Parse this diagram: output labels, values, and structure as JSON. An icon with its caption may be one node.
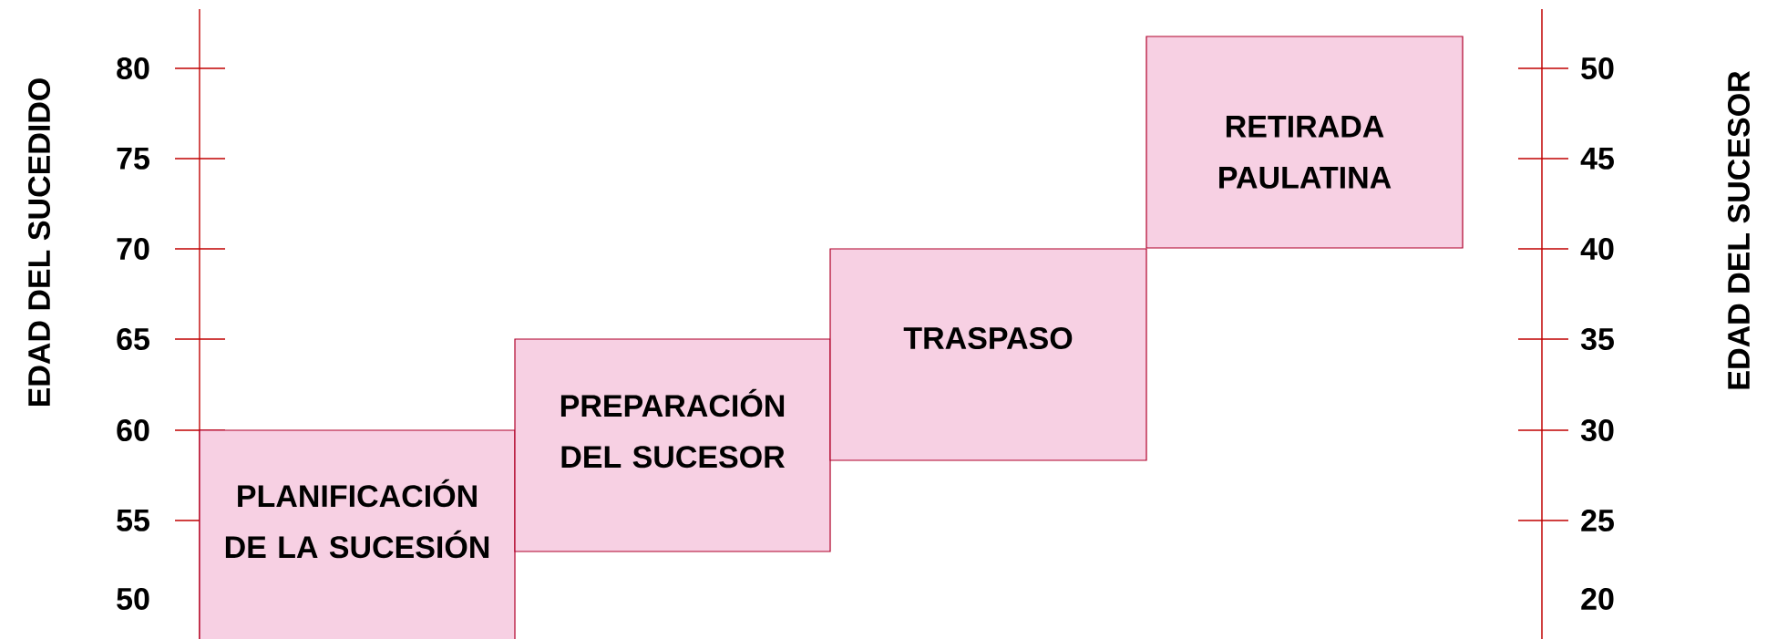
{
  "diagram": {
    "nodes": [
      {
        "text": [
          "PLANIFICACIÓN DE LA SUCESIÓN"
        ]
      },
      {
        "text": [
          "PREPARACIÓN DEL SUCESOR"
        ]
      },
      {
        "text": [
          "TRASPASO"
        ]
      },
      {
        "text": [
          "RETIRADA PAULATINA"
        ]
      }
    ],
    "labels": [
      "EDAD DEL SUCEDIDO",
      "80",
      "75",
      "70",
      "65",
      "60",
      "55",
      "50",
      "50",
      "45",
      "40",
      "35",
      "30",
      "25",
      "20",
      "EDAD DEL SUCESOR"
    ]
  }
}
